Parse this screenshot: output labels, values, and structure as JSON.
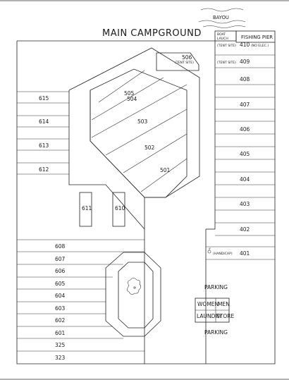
{
  "map": {
    "title": "MAIN CAMPGROUND",
    "water_label": "BAYOU",
    "boat_launch": [
      "BOAT",
      "LAUCH"
    ],
    "fishing_pier": "FISHING PIER",
    "no_elec": "(NO ELEC.)",
    "tent_site": "(TENT SITE)",
    "handicap_label": "(HANDICAP)",
    "parking": "PARKING",
    "women": "WOMEN",
    "men": "MEN",
    "laundry": "LAUNDRY",
    "store": "STORE"
  },
  "sites": {
    "left_column": [
      "615",
      "614",
      "613",
      "612"
    ],
    "center_small": [
      "611",
      "610"
    ],
    "bottom_left": [
      "608",
      "607",
      "606",
      "605",
      "604",
      "603",
      "602",
      "601",
      "325",
      "323"
    ],
    "right_column": [
      "410",
      "409",
      "408",
      "407",
      "406",
      "405",
      "404",
      "403",
      "402",
      "401"
    ],
    "loop": [
      "506",
      "505",
      "504",
      "503",
      "502",
      "501"
    ]
  }
}
